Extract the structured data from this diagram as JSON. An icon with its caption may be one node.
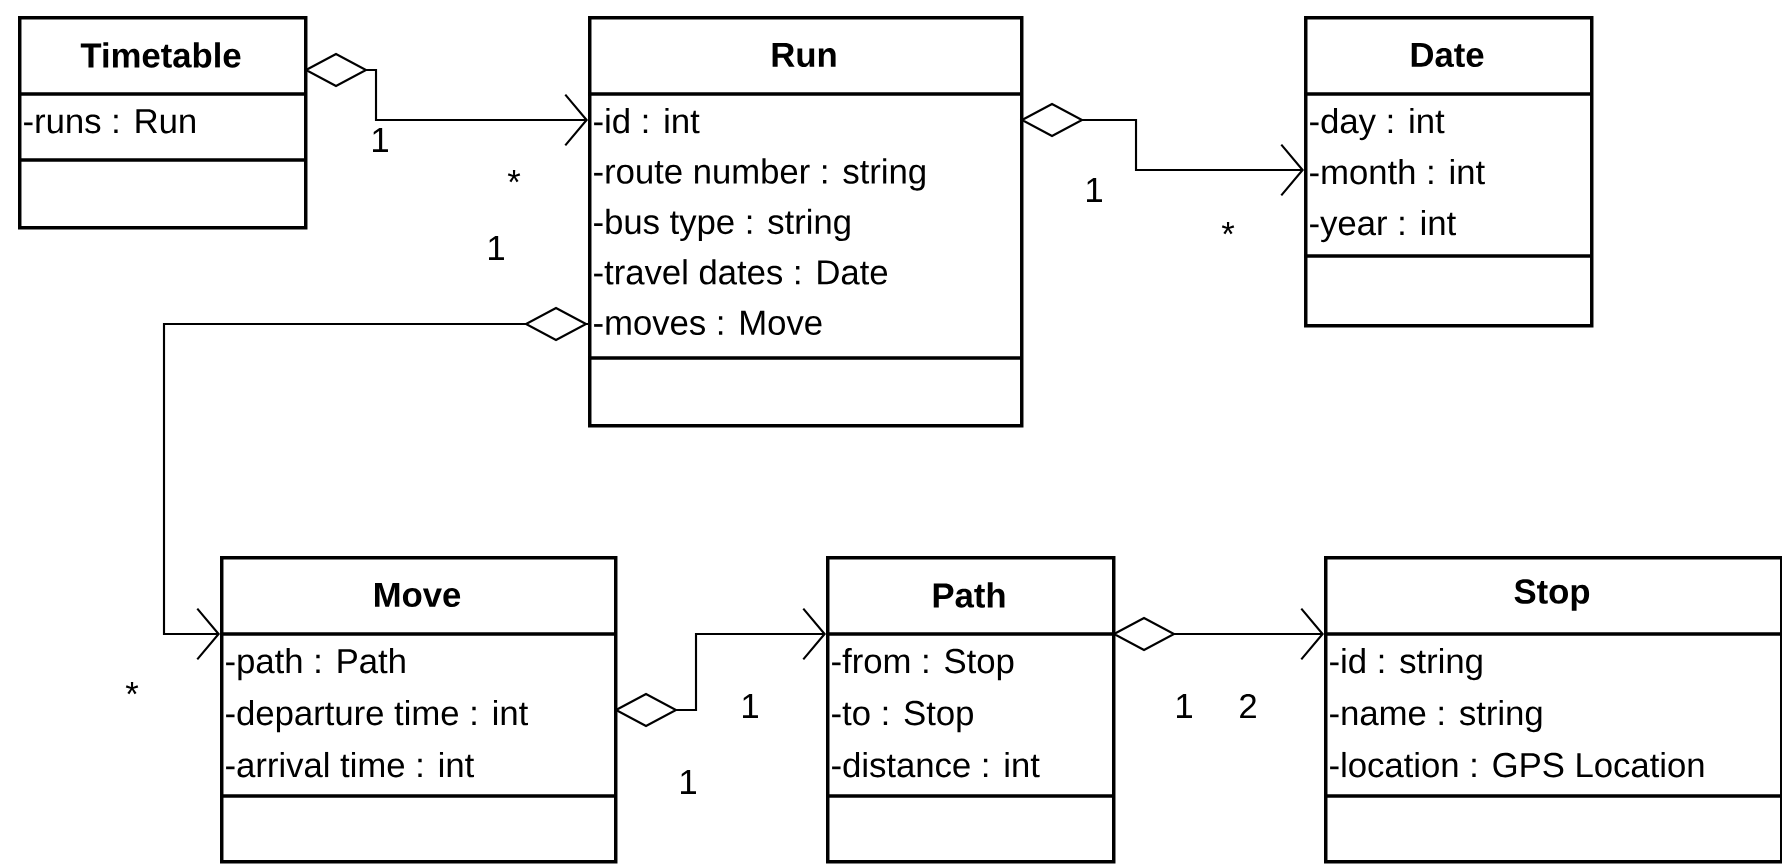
{
  "diagram": {
    "nodes": [
      {
        "text": [
          "Timetable",
          "-runs : Run"
        ]
      },
      {
        "text": [
          "Run",
          "-id : int",
          "-route number : string",
          "-bus type : string",
          "-travel dates : Date",
          "-moves : Move"
        ]
      },
      {
        "text": [
          "Date",
          "-day : int",
          "-month : int",
          "-year : int"
        ]
      },
      {
        "text": [
          "Move",
          "-path : Path",
          "-departure time : int",
          "-arrival time : int"
        ]
      },
      {
        "text": [
          "Path",
          "-from : Stop",
          "-to : Stop",
          "-distance : int"
        ]
      },
      {
        "text": [
          "Stop",
          "-id : string",
          "-name : string",
          "-location : GPS Location"
        ]
      }
    ],
    "edges": [
      {
        "from": 0,
        "to": 1,
        "arrow": "to"
      },
      {
        "from": 1,
        "to": 2,
        "arrow": "to"
      },
      {
        "from": 1,
        "to": 3,
        "arrow": "to"
      },
      {
        "from": 3,
        "to": 4,
        "arrow": "to"
      },
      {
        "from": 4,
        "to": 5,
        "arrow": "to"
      }
    ],
    "labels": [
      "1",
      "*",
      "1",
      "1",
      "*",
      "*",
      "1",
      "1",
      "1",
      "2"
    ]
  }
}
